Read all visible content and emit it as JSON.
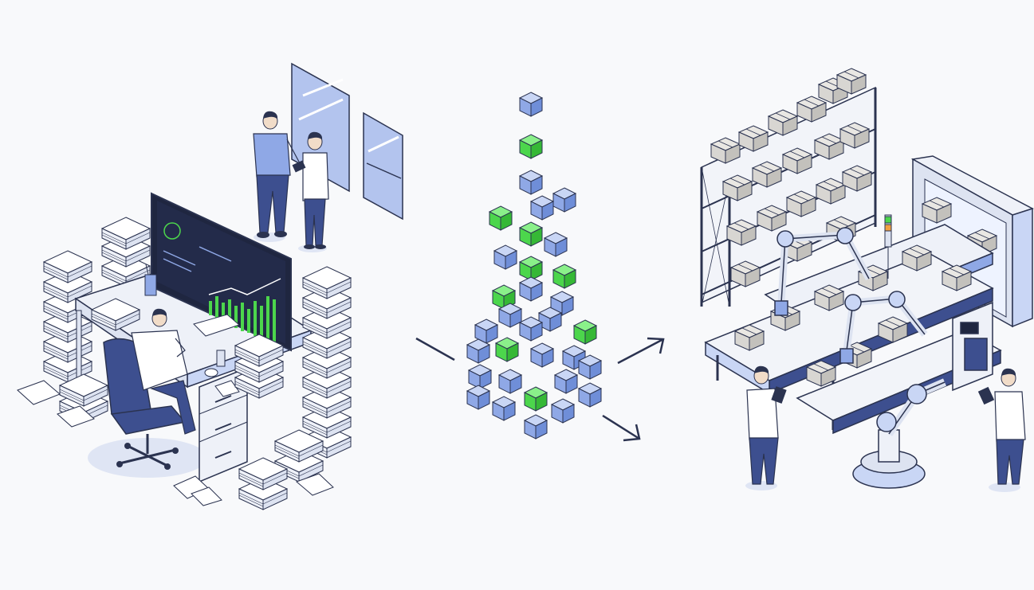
{
  "illustration": {
    "theme": "manual office work transformed through modular blocks into automated warehouse",
    "panels": [
      "office-desk-scene",
      "cube-cluster-transition",
      "automated-warehouse-scene"
    ]
  },
  "colors": {
    "background": "#f8f9fb",
    "outline": "#2b3350",
    "primary_blue": "#8fa8e6",
    "light_blue": "#c9d6f5",
    "dark_blue": "#3d4f8f",
    "accent_green": "#4cd64c",
    "paper": "#ffffff",
    "metal": "#e6e9f2",
    "box": "#d8d6d2"
  },
  "icons": {
    "arrow_left": "arrow-line-icon",
    "arrow_up_right": "arrow-up-right-icon",
    "arrow_down_right": "arrow-down-right-icon",
    "chart": "bar-chart-icon"
  }
}
